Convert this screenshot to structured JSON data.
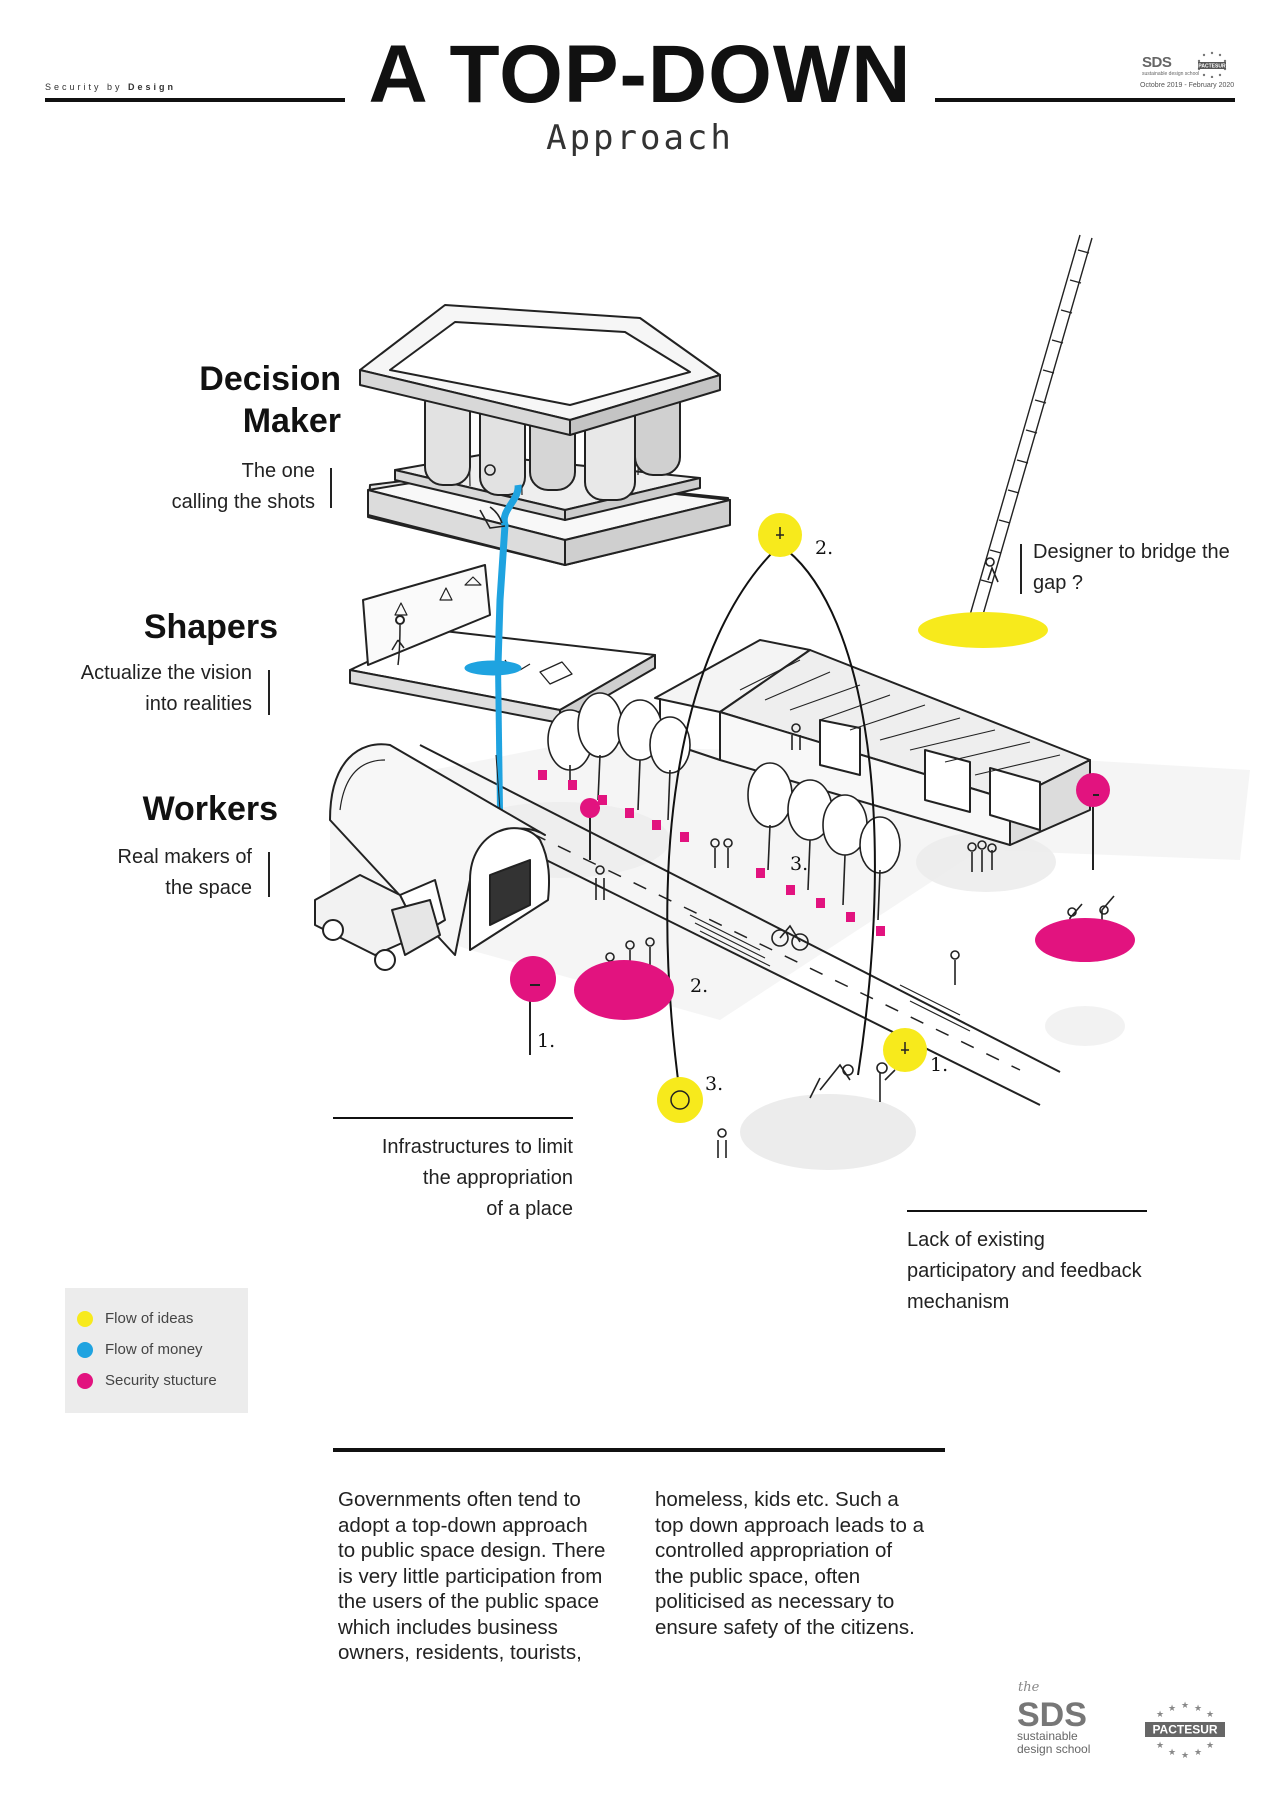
{
  "header": {
    "eyebrow_prefix": "Security by",
    "eyebrow_bold": "Design",
    "title": "A TOP-DOWN",
    "subtitle": "Approach",
    "logo_small_sds": "SDS",
    "logo_small_sds_sub": "sustainable design school",
    "logo_small_pacte": "PACTESUR",
    "dates": "Octobre 2019 - February 2020"
  },
  "roles": {
    "decision_maker": {
      "title_line1": "Decision",
      "title_line2": "Maker",
      "desc_line1": "The one",
      "desc_line2": "calling the shots"
    },
    "shapers": {
      "title": "Shapers",
      "desc_line1": "Actualize the vision",
      "desc_line2": "into realities"
    },
    "workers": {
      "title": "Workers",
      "desc_line1": "Real makers of",
      "desc_line2": "the space"
    }
  },
  "callouts": {
    "designer_line1": "Designer to bridge the",
    "designer_line2": "gap ?",
    "infrastructures_line1": "Infrastructures to limit",
    "infrastructures_line2": "the appropriation",
    "infrastructures_line3": "of a place",
    "lack_line1": "Lack of existing",
    "lack_line2": "participatory and feedback",
    "lack_line3": "mechanism"
  },
  "markers": {
    "idea_top": "2.",
    "idea_right": "1.",
    "idea_bottom": "3.",
    "security_left": "1.",
    "security_mid": "2.",
    "security_trees": "3."
  },
  "legend": [
    {
      "label": "Flow of ideas",
      "color": "#f7ea1c"
    },
    {
      "label": "Flow of money",
      "color": "#1fa3e0"
    },
    {
      "label": "Security stucture",
      "color": "#e2137f"
    }
  ],
  "body": {
    "col1": "Governments often tend to adopt a top-down approach to public space design. There is very little participation from the users of the public space which includes business owners, residents, tourists,",
    "col2": "homeless, kids etc. Such a top down approach leads to a controlled appropriation of the public space, often politicised as necessary to ensure safety of the citizens."
  },
  "footer": {
    "sds_the": "the",
    "sds": "SDS",
    "sds_line1": "sustainable",
    "sds_line2": "design school",
    "pacte": "PACTESUR"
  },
  "colors": {
    "idea": "#f7ea1c",
    "money": "#1fa3e0",
    "security": "#e2137f",
    "shadow": "#e5e5e5"
  }
}
